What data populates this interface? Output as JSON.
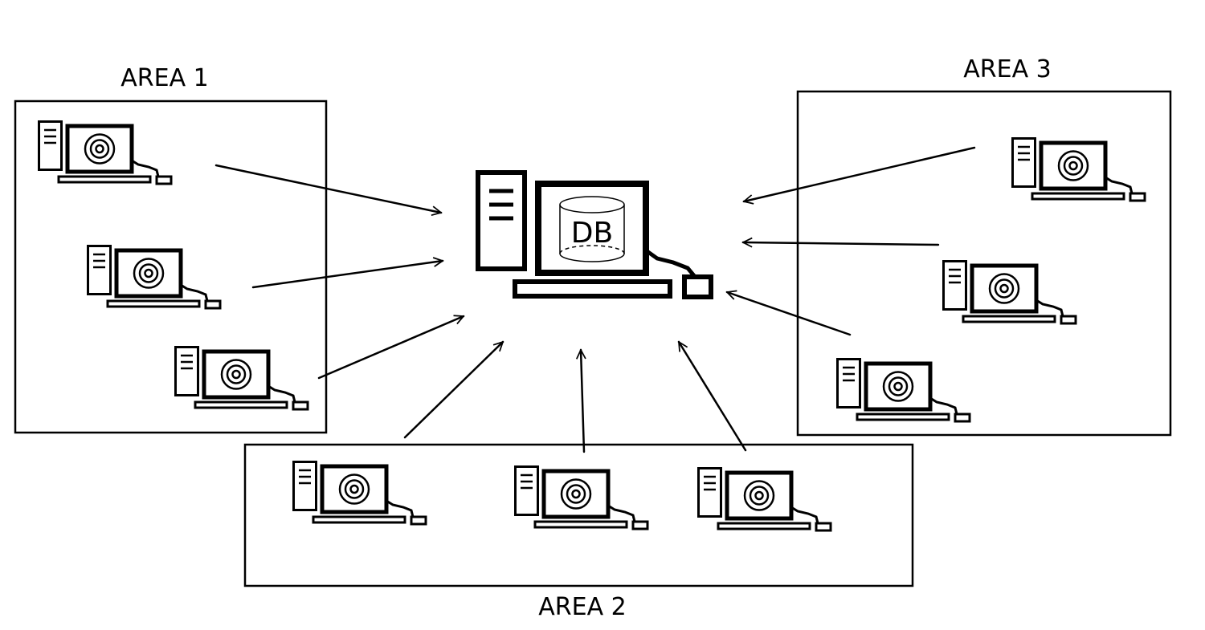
{
  "areas": [
    {
      "id": "area-1",
      "label": "AREA 1"
    },
    {
      "id": "area-2",
      "label": "AREA 2"
    },
    {
      "id": "area-3",
      "label": "AREA 3"
    }
  ],
  "server": {
    "label": "DB",
    "icon": "computer-with-database-icon"
  },
  "client_icon": "computer-icon",
  "colors": {
    "stroke": "#000000",
    "background": "#ffffff"
  }
}
